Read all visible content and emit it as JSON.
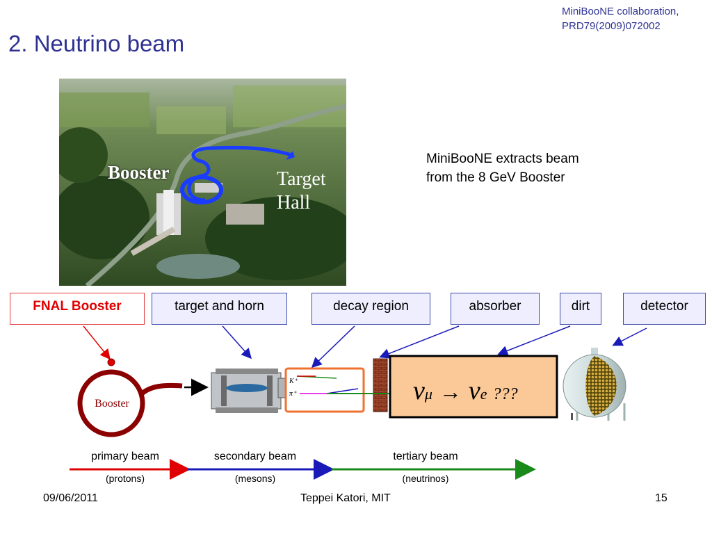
{
  "slide": {
    "title": "2. Neutrino beam",
    "citation_line1": "MiniBooNE collaboration,",
    "citation_line2": "PRD79(2009)072002",
    "extract_line1": "MiniBooNE extracts beam",
    "extract_line2": "from the 8 GeV Booster"
  },
  "photo": {
    "booster_label": "Booster",
    "target_line1": "Target",
    "target_line2": "Hall"
  },
  "boxes": {
    "fnal_booster": "FNAL Booster",
    "target_horn": "target and horn",
    "decay_region": "decay region",
    "absorber": "absorber",
    "dirt": "dirt",
    "detector": "detector"
  },
  "diagram": {
    "ring_label": "Booster",
    "kaon_label": "K⁺",
    "pion_label": "π⁺",
    "oscillation_nu": "ν",
    "oscillation_mu": "μ",
    "oscillation_arrow": "→",
    "oscillation_nu2": "ν",
    "oscillation_e": "e",
    "oscillation_q": "???"
  },
  "beams": {
    "primary": "primary beam",
    "primary_sub": "(protons)",
    "secondary": "secondary beam",
    "secondary_sub": "(mesons)",
    "tertiary": "tertiary beam",
    "tertiary_sub": "(neutrinos)"
  },
  "footer": {
    "date": "09/06/2011",
    "author": "Teppei Katori, MIT",
    "page": "15"
  },
  "colors": {
    "title": "#2e3192",
    "booster_ring": "#8b0000",
    "primary_beam": "#e00000",
    "secondary_beam": "#1a1ab8",
    "tertiary_beam": "#1a8a1a",
    "decay_box": "#f07030",
    "detector_box": "#fbc898"
  }
}
